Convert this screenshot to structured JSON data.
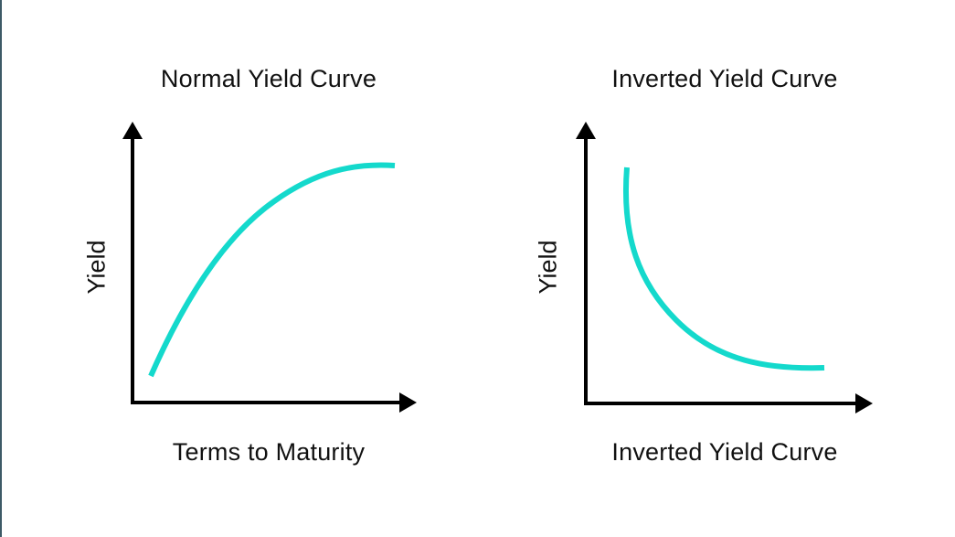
{
  "colors": {
    "curve": "#14d9cc",
    "axis": "#000000",
    "background": "#ffffff",
    "left_border": "#3d5a66"
  },
  "charts": [
    {
      "title": "Normal Yield Curve",
      "xlabel": "Terms to Maturity",
      "ylabel": "Yield"
    },
    {
      "title": "Inverted Yield Curve",
      "xlabel": "Inverted Yield Curve",
      "ylabel": "Yield"
    }
  ],
  "chart_data": [
    {
      "type": "line",
      "title": "Normal Yield Curve",
      "xlabel": "Terms to Maturity",
      "ylabel": "Yield",
      "grid": false,
      "ticks": "none",
      "description": "Concave upward-sloping curve, rising steeply then flattening",
      "x": [
        0.06,
        0.2,
        0.35,
        0.5,
        0.65,
        0.8,
        0.93
      ],
      "y": [
        0.1,
        0.36,
        0.57,
        0.72,
        0.84,
        0.89,
        0.89
      ]
    },
    {
      "type": "line",
      "title": "Inverted Yield Curve",
      "xlabel": "Inverted Yield Curve",
      "ylabel": "Yield",
      "grid": false,
      "ticks": "none",
      "description": "Convex downward-sloping curve, falling steeply then flattening",
      "x": [
        0.14,
        0.17,
        0.25,
        0.36,
        0.5,
        0.66,
        0.83
      ],
      "y": [
        0.85,
        0.6,
        0.38,
        0.23,
        0.14,
        0.11,
        0.13
      ]
    }
  ]
}
